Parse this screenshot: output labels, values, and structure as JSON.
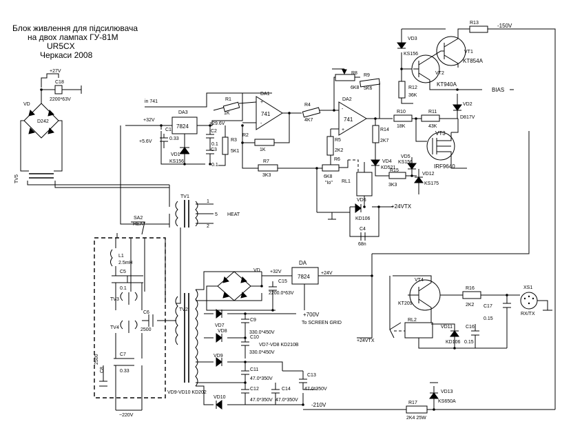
{
  "title": {
    "line1": "Блок живлення для підсилювача",
    "line2": "на двох лампах ГУ-81М",
    "line3": "UR5CX",
    "line4": "Черкаси 2008"
  },
  "parts": {
    "c18": "C18",
    "c18_val": "2200*63V",
    "p27": "+27V",
    "vd": "VD",
    "d242": "D242",
    "tv5": "TV5",
    "in741": "in 741",
    "p32in": "+32V",
    "da3": "DA3",
    "ic7824": "7824",
    "c1": "C1",
    "c1_val": "0.33",
    "p56": "+5.6V",
    "vd1": "VD1",
    "vd1_val": "KS156",
    "c2": "C2",
    "c2_val": "0.1",
    "c3": "C3",
    "c3_val": "0.1",
    "p296": "+29.6V",
    "r3": "R3",
    "r3_val": "5K1",
    "r1": "R1",
    "r1_val": "1K",
    "r2": "R2",
    "r2_val": "1K",
    "da1": "DA1",
    "op741": "741",
    "r4": "R4",
    "r4_val": "4K7",
    "r8": "R8",
    "r8_val": "6K8",
    "r9": "R9",
    "r9_val": "5K6",
    "da2": "DA2",
    "op741b": "741",
    "r5": "R5",
    "r5_val": "2K2",
    "r6": "R6",
    "r6_val": "6K8",
    "io": "\"Io\"",
    "r7": "R7",
    "r7_val": "3K3",
    "r14": "R14",
    "r14_val": "2K7",
    "vd4": "VD4",
    "vd4_val": "KD521",
    "r15": "R15",
    "r15_val": "3K3",
    "vd5": "VD5",
    "vd5_val": "KS156",
    "vd12": "VD12",
    "vd12_val": "KS175",
    "r10": "R10",
    "r10_val": "18K",
    "r11": "R11",
    "r11_val": "43K",
    "vt3": "VT3",
    "vt3_val": "IRF9640",
    "vd2": "VD2",
    "vd2_val": "D817V",
    "vd3": "VD3",
    "vd3_val": "KS156",
    "r12": "R12",
    "r12_val": "36K",
    "vt1": "VT1",
    "vt1_val": "KT854A",
    "vt2": "VT2",
    "vt2_val": "KT940A",
    "r13": "R13",
    "m150": "-150V",
    "bias": "BIAS",
    "rl1": "RL1",
    "vd6": "VD6",
    "vd6_val": "KD106",
    "c4": "C4",
    "c4_val": "68n",
    "p24tx": "+24VTX",
    "tv1": "TV1",
    "heat": "HEAT",
    "pin1": "1",
    "pin2": "2",
    "pin5": "5",
    "sa2": "SA2",
    "sa2_heat": "HEAT",
    "l1": "L1",
    "l1_val": "2.5mH",
    "c5": "C5",
    "c5_val": "0.1",
    "tv3": "TV3",
    "tv4": "TV4",
    "c6": "C6",
    "c6_val": "2500",
    "c7": "C7",
    "c7_val": "0.33",
    "c8": "C8",
    "c8_val": "2500",
    "m220": "~220V",
    "tv2": "TV2",
    "vd_br": "VD",
    "p32b": "+32V",
    "c15": "C15",
    "c15_val": "2200.0*63V",
    "da": "DA",
    "ic7824b": "7824",
    "p24": "+24V",
    "vd7": "VD7",
    "c9": "C9",
    "c9_val": "330.0*450V",
    "p700": "+700V",
    "screen": "To SCREEN GRID",
    "vd8": "VD8",
    "c10": "C10",
    "c10_val": "330.0*450V",
    "vd78": "VD7-VD8 KD210B",
    "vd9": "VD9",
    "c11": "C11",
    "c11_val": "47.0*350V",
    "c12": "C12",
    "c12_val": "47.0*350V",
    "c13": "C13",
    "c13_val": "47.0*350V",
    "c14": "C14",
    "c14_val": "47.0*350V",
    "vd10": "VD10",
    "vd910": "VD9-VD10 KD202",
    "m210": "-210V",
    "r17": "R17",
    "r17_val": "2K4 25W",
    "vd13": "VD13",
    "vd13_val": "KS650A",
    "vt4": "VT4",
    "vt4_val": "KT209",
    "r16": "R16",
    "r16_val": "2K2",
    "c17": "C17",
    "c17_val": "0.15",
    "xs1": "XS1",
    "rxtx": "RX/TX",
    "rl2": "RL2",
    "vd11": "VD11",
    "vd11_val": "KD106",
    "c16": "C16",
    "c16_val": "0.15",
    "p24tx2": "+24VTX"
  }
}
